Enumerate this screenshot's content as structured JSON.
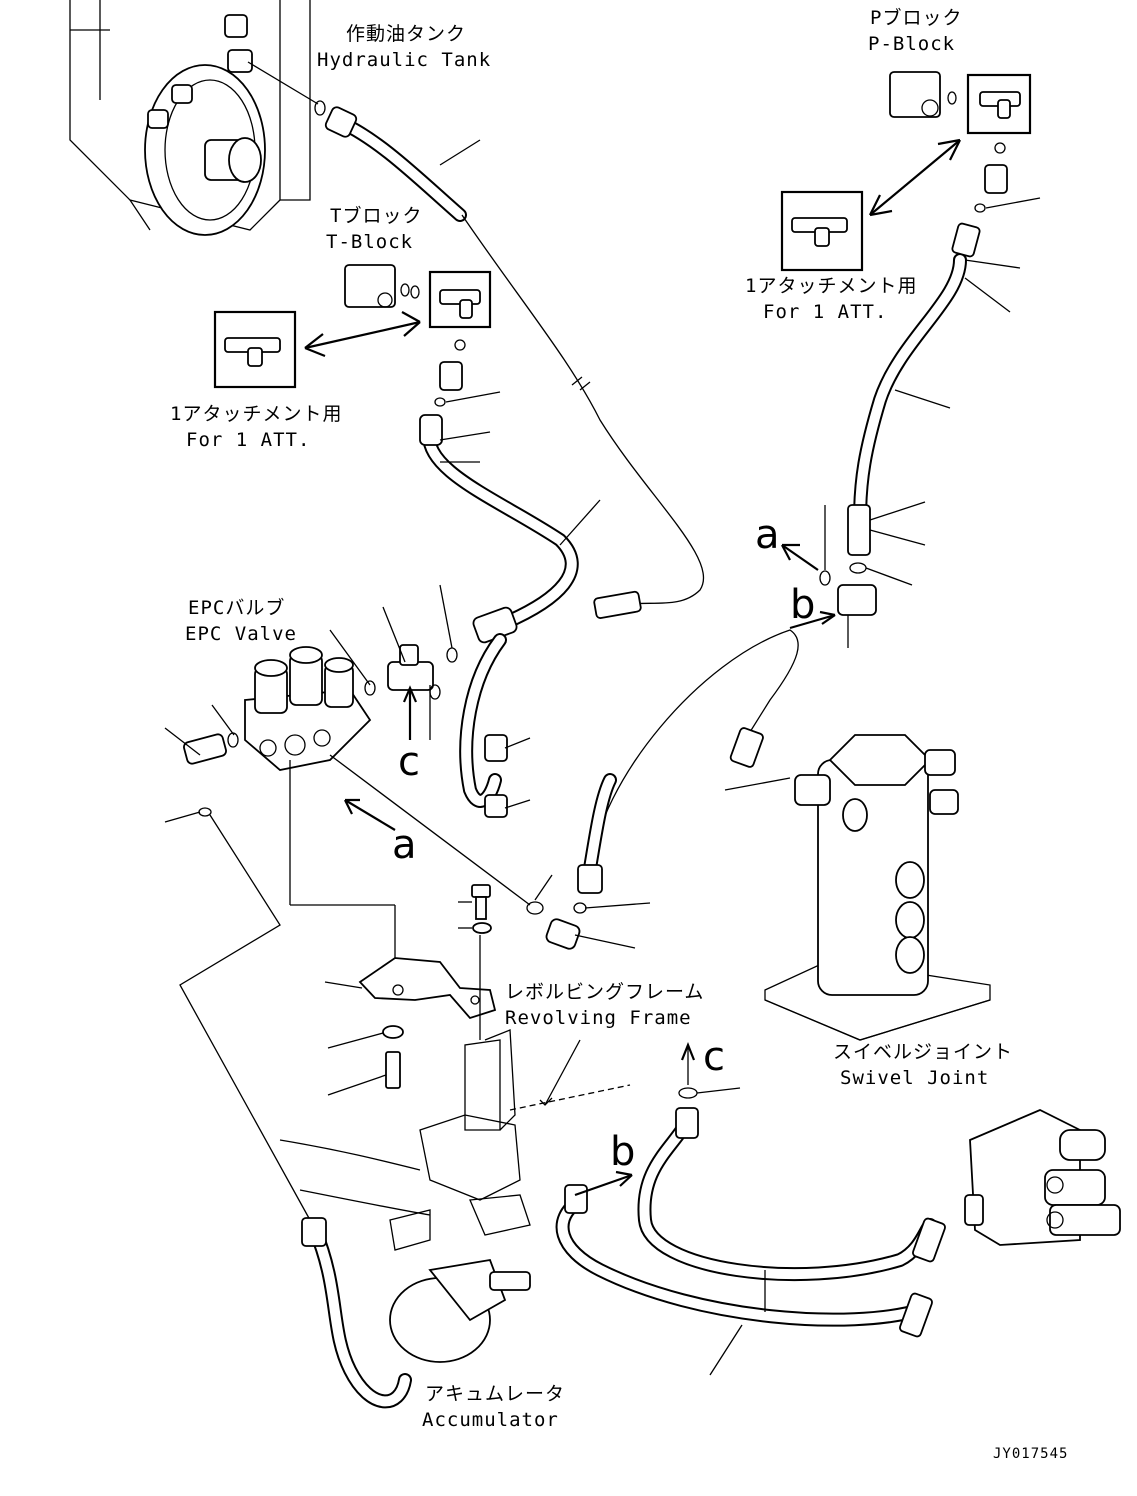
{
  "labels": {
    "hydraulic_tank_jp": "作動油タンク",
    "hydraulic_tank_en": "Hydraulic Tank",
    "t_block_jp": "Tブロック",
    "t_block_en": "T-Block",
    "t_att_jp": "1アタッチメント用",
    "t_att_en": "For 1 ATT.",
    "p_block_jp": "Pブロック",
    "p_block_en": "P-Block",
    "p_att_jp": "1アタッチメント用",
    "p_att_en": "For 1 ATT.",
    "epc_valve_jp": "EPCバルブ",
    "epc_valve_en": "EPC Valve",
    "revolving_frame_jp": "レボルビングフレーム",
    "revolving_frame_en": "Revolving Frame",
    "swivel_joint_jp": "スイベルジョイント",
    "swivel_joint_en": "Swivel Joint",
    "accumulator_jp": "アキュムレータ",
    "accumulator_en": "Accumulator"
  },
  "view_markers": [
    "a",
    "b",
    "c",
    "a",
    "b",
    "c"
  ],
  "drawing_code": "JY017545"
}
